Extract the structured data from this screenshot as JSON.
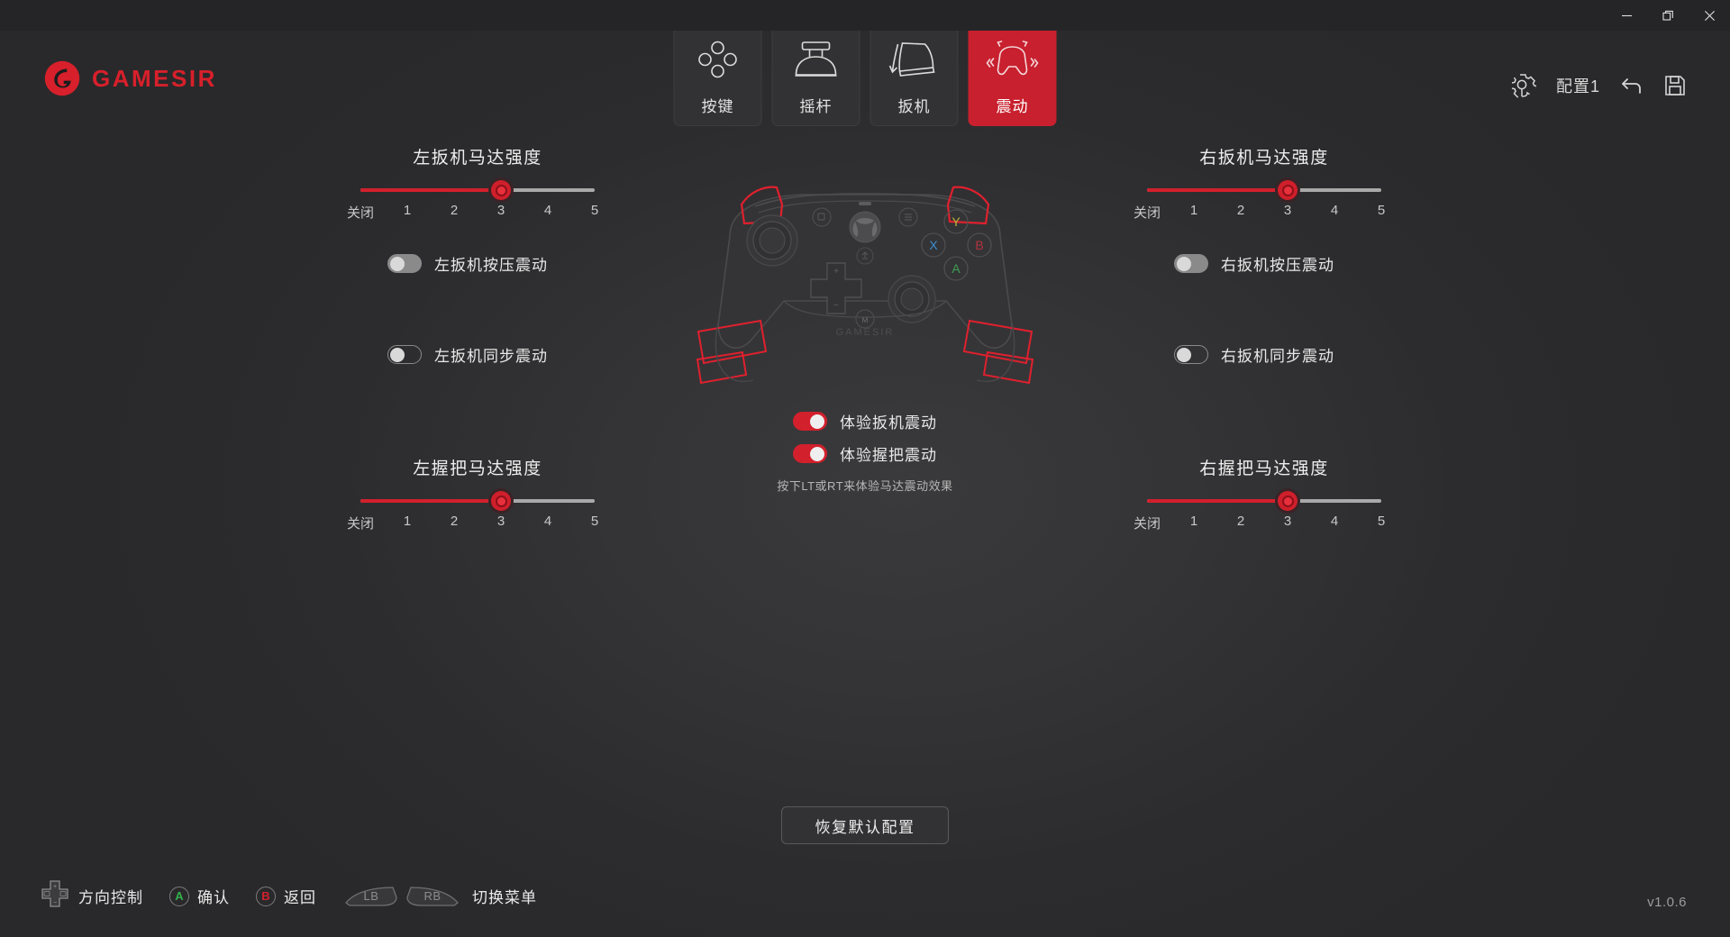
{
  "window": {
    "minimize_label": "minimize",
    "restore_label": "restore",
    "close_label": "close"
  },
  "header": {
    "brand": "GAMESIR",
    "profile_name": "配置1",
    "gear_icon": "gear-icon",
    "undo_icon": "undo-icon",
    "save_icon": "save-icon",
    "tabs": [
      {
        "label": "按键",
        "icon": "dpad-buttons-icon",
        "active": false
      },
      {
        "label": "摇杆",
        "icon": "joystick-icon",
        "active": false
      },
      {
        "label": "扳机",
        "icon": "trigger-icon",
        "active": false
      },
      {
        "label": "震动",
        "icon": "vibration-controller-icon",
        "active": true
      }
    ]
  },
  "panels": {
    "left_trigger": {
      "title": "左扳机马达强度",
      "slider": {
        "value": 3,
        "min": 0,
        "max": 5,
        "ticks": [
          "关闭",
          "1",
          "2",
          "3",
          "4",
          "5"
        ]
      },
      "toggles": [
        {
          "label": "左扳机按压震动",
          "on": false,
          "style": "filled"
        },
        {
          "label": "左扳机同步震动",
          "on": false,
          "style": "outline"
        }
      ]
    },
    "right_trigger": {
      "title": "右扳机马达强度",
      "slider": {
        "value": 3,
        "min": 0,
        "max": 5,
        "ticks": [
          "关闭",
          "1",
          "2",
          "3",
          "4",
          "5"
        ]
      },
      "toggles": [
        {
          "label": "右扳机按压震动",
          "on": false,
          "style": "filled"
        },
        {
          "label": "右扳机同步震动",
          "on": false,
          "style": "outline"
        }
      ]
    },
    "left_grip": {
      "title": "左握把马达强度",
      "slider": {
        "value": 3,
        "min": 0,
        "max": 5,
        "ticks": [
          "关闭",
          "1",
          "2",
          "3",
          "4",
          "5"
        ]
      }
    },
    "right_grip": {
      "title": "右握把马达强度",
      "slider": {
        "value": 3,
        "min": 0,
        "max": 5,
        "ticks": [
          "关闭",
          "1",
          "2",
          "3",
          "4",
          "5"
        ]
      }
    }
  },
  "center": {
    "controller_icon": "gamepad-illustration",
    "controller_brand": "GAMESIR",
    "face_buttons": [
      "Y",
      "X",
      "B",
      "A"
    ],
    "toggles": [
      {
        "label": "体验扳机震动",
        "on": true
      },
      {
        "label": "体验握把震动",
        "on": true
      }
    ],
    "hint": "按下LT或RT来体验马达震动效果"
  },
  "reset_button": "恢复默认配置",
  "footer": {
    "legend": [
      {
        "icon": "dpad-icon",
        "label": "方向控制"
      },
      {
        "icon": "a-button-icon",
        "glyph": "A",
        "label": "确认"
      },
      {
        "icon": "b-button-icon",
        "glyph": "B",
        "label": "返回"
      },
      {
        "icon": "bumper-lb-icon",
        "glyph": "LB",
        "label": ""
      },
      {
        "icon": "bumper-rb-icon",
        "glyph": "RB",
        "label": "切换菜单"
      }
    ],
    "version": "v1.0.6"
  },
  "colors": {
    "accent_red": "#d2202c",
    "tab_active": "#c8202e",
    "background": "#2b2b2d",
    "a_green": "#34b24a",
    "b_red": "#d2202c",
    "x_blue": "#3a8fd0",
    "y_yellow": "#c9b83a"
  }
}
